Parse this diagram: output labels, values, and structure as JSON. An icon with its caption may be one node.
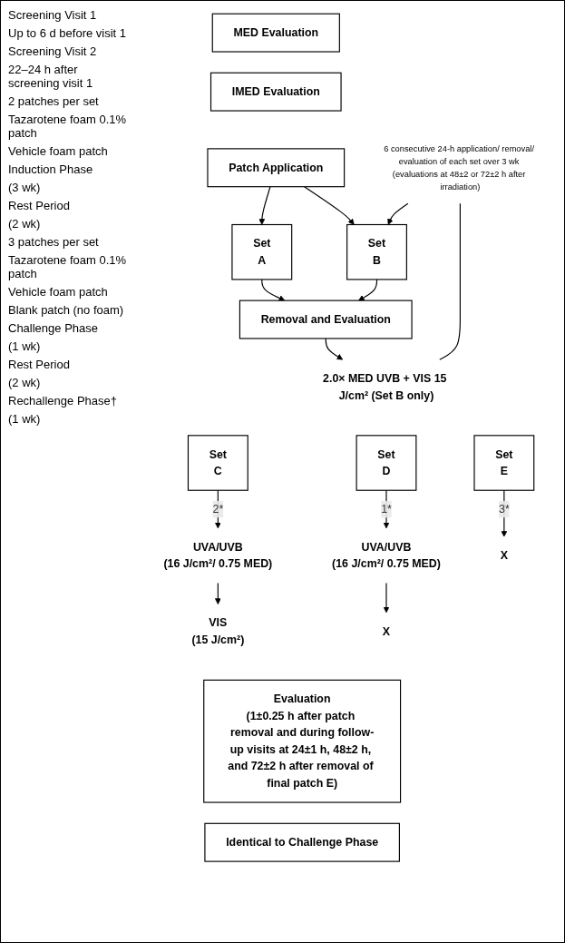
{
  "diagram": {
    "nodes": [
      {
        "text": [
          "MED Evaluation"
        ]
      },
      {
        "text": [
          "IMED Evaluation"
        ]
      },
      {
        "text": [
          "Patch Application"
        ]
      },
      {
        "text": [
          "Set",
          "A"
        ]
      },
      {
        "text": [
          "Set",
          "B"
        ]
      },
      {
        "text": [
          "Removal and Evaluation"
        ]
      },
      {
        "text": [
          "2.0× MED UVB + VIS 15 J/cm² (Set B only)"
        ]
      },
      {
        "text": [
          "Set",
          "C"
        ]
      },
      {
        "text": [
          "Set",
          "D"
        ]
      },
      {
        "text": [
          "Set",
          "E"
        ]
      },
      {
        "text": [
          "UVA/UVB",
          "(16 J/cm²/ 0.75 MED)"
        ]
      },
      {
        "text": [
          "UVA/UVB",
          "(16 J/cm²/ 0.75 MED)"
        ]
      },
      {
        "text": [
          "X"
        ]
      },
      {
        "text": [
          "VIS",
          "(15 J/cm²)"
        ]
      },
      {
        "text": [
          "X"
        ]
      },
      {
        "text": [
          "Evaluation",
          "(1±0.25 h after patch removal and during follow-up visits at 24±1 h, 48±2 h, and 72±2 h after removal of final patch E)"
        ]
      },
      {
        "text": [
          "Identical to Challenge Phase"
        ]
      },
      {
        "text": [
          "6 consecutive 24-h application/ removal/ evaluation of each set over 3 wk (evaluations at 48±2 or 72±2 h after irradiation)"
        ]
      }
    ],
    "edges": [
      {
        "from": 2,
        "to": 3,
        "arrow": "to"
      },
      {
        "from": 2,
        "to": 4,
        "arrow": "to"
      },
      {
        "from": 3,
        "to": 5,
        "arrow": "to"
      },
      {
        "from": 4,
        "to": 5,
        "arrow": "to"
      },
      {
        "from": 5,
        "to": 6,
        "arrow": "to"
      },
      {
        "from": 17,
        "to": 4,
        "arrow": "to"
      },
      {
        "from": 17,
        "to": 6,
        "arrow": "none"
      },
      {
        "from": 7,
        "to": 10,
        "arrow": "to",
        "label": "2*"
      },
      {
        "from": 8,
        "to": 11,
        "arrow": "to",
        "label": "1*"
      },
      {
        "from": 9,
        "to": 12,
        "arrow": "to",
        "label": "3*"
      },
      {
        "from": 10,
        "to": 13,
        "arrow": "to"
      },
      {
        "from": 11,
        "to": 14,
        "arrow": "to"
      }
    ],
    "labels": [
      "Screening Visit 1",
      "Up to 6 d before visit 1",
      "Screening Visit 2",
      "22–24 h after screening visit 1",
      "2 patches per set",
      "Tazarotene foam 0.1% patch",
      "Vehicle foam patch",
      "Induction Phase",
      "(3 wk)",
      "Rest Period",
      "(2 wk)",
      "3 patches per set",
      "Tazarotene foam 0.1% patch",
      "Vehicle foam patch",
      "Blank patch (no foam)",
      "Challenge Phase",
      "(1 wk)",
      "Rest Period",
      "(2 wk)",
      "Rechallenge Phase†",
      "(1 wk)"
    ]
  }
}
